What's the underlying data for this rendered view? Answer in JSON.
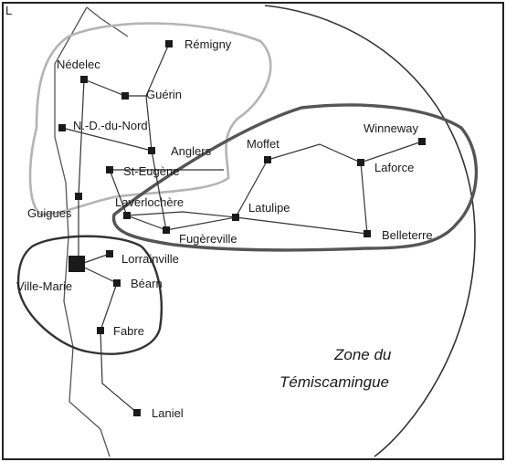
{
  "zone_label_line1": "Zone du",
  "zone_label_line2": "Témiscamingue",
  "corner_mark": "L",
  "towns": {
    "remigny": "Rémigny",
    "nedelec": "Nédelec",
    "guerin": "Guérin",
    "nd_du_nord": "N.-D.-du-Nord",
    "angliers": "Anglers",
    "st_eugene": "St-Eugène",
    "moffet": "Moffet",
    "winneway": "Winneway",
    "laforce": "Laforce",
    "guigues": "Guigues",
    "laverlochere": "Laverlochère",
    "latulipe": "Latulipe",
    "fugereville": "Fugèreville",
    "belleterre": "Belleterre",
    "lorrainville": "Lorrainville",
    "ville_marie": "Ville-Marie",
    "bearn": "Béarn",
    "fabre": "Fabre",
    "laniel": "Laniel"
  },
  "colors": {
    "ink": "#1a1a1a",
    "north_zone_outline": "#b4b4b4",
    "east_zone_outline": "#555555",
    "south_zone_outline": "#333333"
  }
}
